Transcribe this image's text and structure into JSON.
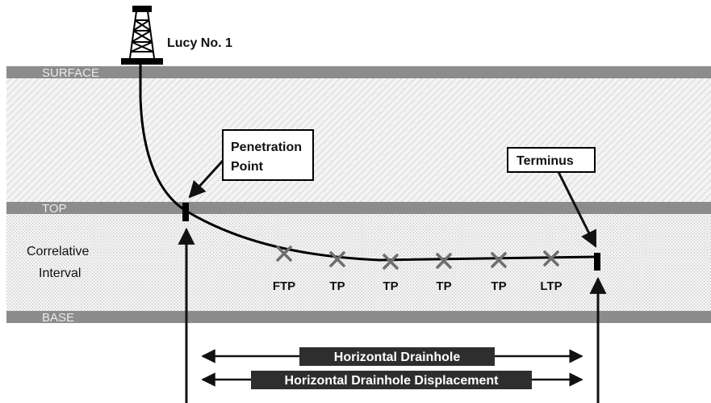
{
  "well": {
    "name": "Lucy No. 1"
  },
  "layers": {
    "surface": "SURFACE",
    "top": "TOP",
    "base": "BASE",
    "interval_line1": "Correlative",
    "interval_line2": "Interval"
  },
  "callouts": {
    "penetration_line1": "Penetration",
    "penetration_line2": "Point",
    "terminus": "Terminus"
  },
  "take_points": [
    "FTP",
    "TP",
    "TP",
    "TP",
    "TP",
    "LTP"
  ],
  "dimensions": {
    "drainhole": "Horizontal Drainhole",
    "displacement": "Horizontal Drainhole Displacement"
  },
  "colors": {
    "band": "#8c8c8c",
    "wellbore": "#000000",
    "marker": "#6e6e6e",
    "label_bar": "#2e2e2e"
  },
  "icons": [
    "oil-derrick-icon",
    "x-marker-icon",
    "arrow-icon"
  ]
}
